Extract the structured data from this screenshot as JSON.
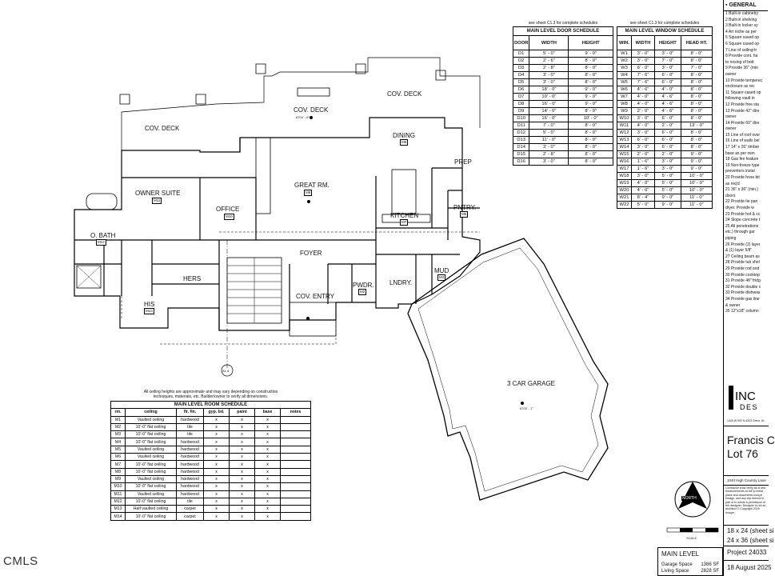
{
  "plan_labels": {
    "cov_deck_left": "COV. DECK",
    "cov_deck_center": "COV. DECK",
    "cov_deck_right": "COV. DECK",
    "dining": "DINING",
    "dining_tag": "M6",
    "owner_suite": "OWNER SUITE",
    "owner_suite_tag": "M11",
    "office": "OFFICE",
    "office_tag": "M10",
    "great_rm": "GREAT RM.",
    "great_rm_tag": "M8",
    "kitchen": "KITCHEN",
    "kitchen_tag": "M7",
    "prep": "PREP",
    "pntry": "PNTRY.",
    "pntry_tag": "M5",
    "o_bath": "O. BATH",
    "o_bath_tag": "M12",
    "foyer": "FOYER",
    "hers": "HERS",
    "his": "HIS",
    "his_tag": "M13",
    "cov_entry": "COV. ENTRY",
    "pwdr": "PWDR.",
    "pwdr_tag": "M2",
    "lndry": "LNDRY.",
    "mud": "MUD",
    "mud_tag": "M4",
    "garage": "3 CAR GARAGE",
    "north": "NORTH",
    "scale": "SCALE",
    "section_marker": "A1.5",
    "cov_deck_elev": "6704' - 6\"",
    "garage_elev": "6703' - 1\""
  },
  "door_note": "see sheet C1.3 for complete schedules",
  "window_note": "see sheet C1.3 for complete schedules",
  "door_schedule": {
    "title": "MAIN LEVEL DOOR SCHEDULE",
    "headers": [
      "DOOR",
      "WIDTH",
      "HEIGHT"
    ],
    "rows": [
      [
        "D1",
        "5' - 0\"",
        "9' - 0\""
      ],
      [
        "D2",
        "2' - 6\"",
        "8' - 0\""
      ],
      [
        "D3",
        "2' - 8\"",
        "8' - 0\""
      ],
      [
        "D4",
        "3' - 0\"",
        "8' - 0\""
      ],
      [
        "D5",
        "3' - 0\"",
        "8' - 0\""
      ],
      [
        "D6",
        "18' - 0\"",
        "9' - 0\""
      ],
      [
        "D7",
        "10' - 0\"",
        "9' - 0\""
      ],
      [
        "D8",
        "16' - 0\"",
        "9' - 0\""
      ],
      [
        "D9",
        "14' - 0\"",
        "8' - 0\""
      ],
      [
        "D10",
        "16' - 0\"",
        "10' - 0\""
      ],
      [
        "D11",
        "7' - 0\"",
        "8' - 0\""
      ],
      [
        "D12",
        "5' - 0\"",
        "8' - 0\""
      ],
      [
        "D13",
        "11' - 0\"",
        "8' - 0\""
      ],
      [
        "D14",
        "3' - 0\"",
        "8' - 0\""
      ],
      [
        "D15",
        "2' - 8\"",
        "8' - 0\""
      ],
      [
        "D16",
        "3' - 0\"",
        "8' - 0\""
      ]
    ]
  },
  "window_schedule": {
    "title": "MAIN LEVEL WINDOW SCHEDULE",
    "headers": [
      "WIN.",
      "WIDTH",
      "HEIGHT",
      "HEAD HT."
    ],
    "rows": [
      [
        "W1",
        "3' - 0\"",
        "3' - 0\"",
        "8' - 0\""
      ],
      [
        "W2",
        "3' - 0\"",
        "7' - 0\"",
        "8' - 0\""
      ],
      [
        "W3",
        "6' - 0\"",
        "3' - 0\"",
        "7' - 0\""
      ],
      [
        "W4",
        "7' - 6\"",
        "6' - 0\"",
        "8' - 0\""
      ],
      [
        "W5",
        "7' - 6\"",
        "6' - 0\"",
        "8' - 0\""
      ],
      [
        "W6",
        "4' - 6\"",
        "4' - 0\"",
        "8' - 0\""
      ],
      [
        "W7",
        "4' - 0\"",
        "4' - 6\"",
        "8' - 0\""
      ],
      [
        "W8",
        "4' - 0\"",
        "4' - 6\"",
        "8' - 0\""
      ],
      [
        "W9",
        "2' - 0\"",
        "4' - 6\"",
        "8' - 0\""
      ],
      [
        "W10",
        "3' - 0\"",
        "6' - 0\"",
        "8' - 0\""
      ],
      [
        "W11",
        "4' - 0\"",
        "2' - 0\"",
        "13' - 0\""
      ],
      [
        "W12",
        "3' - 0\"",
        "6' - 0\"",
        "8' - 0\""
      ],
      [
        "W13",
        "6' - 0\"",
        "6' - 0\"",
        "8' - 0\""
      ],
      [
        "W14",
        "3' - 0\"",
        "6' - 0\"",
        "8' - 0\""
      ],
      [
        "W15",
        "2' - 0\"",
        "2' - 0\"",
        "9' - 0\""
      ],
      [
        "W16",
        "1' - 6\"",
        "3' - 0\"",
        "9' - 0\""
      ],
      [
        "W17",
        "1' - 6\"",
        "3' - 0\"",
        "9' - 0\""
      ],
      [
        "W18",
        "3' - 0\"",
        "5' - 0\"",
        "10' - 0\""
      ],
      [
        "W19",
        "4' - 0\"",
        "5' - 0\"",
        "10' - 0\""
      ],
      [
        "W20",
        "4' - 0\"",
        "5' - 0\"",
        "10' - 0\""
      ],
      [
        "W21",
        "8' - 4\"",
        "9' - 0\"",
        "11' - 0\""
      ],
      [
        "W22",
        "5' - 0\"",
        "9' - 0\"",
        "11' - 0\""
      ]
    ]
  },
  "room_schedule": {
    "note_line1": "All ceiling heights are approximate and may vary depending on construction",
    "note_line2": "techniques, materials, etc. Builder/owner to verify all dimensions.",
    "title": "MAIN LEVEL ROOM SCHEDULE",
    "headers": [
      "rm.",
      "ceiling",
      "flr. fin.",
      "gyp. bd.",
      "paint",
      "base",
      "notes"
    ],
    "rows": [
      [
        "M1",
        "Vaulted ceiling",
        "hardwood",
        "x",
        "x",
        "x",
        ""
      ],
      [
        "M2",
        "10'-0\" flat ceiling",
        "tile",
        "x",
        "x",
        "x",
        ""
      ],
      [
        "M3",
        "10'-0\" flat ceiling",
        "tile",
        "x",
        "x",
        "x",
        ""
      ],
      [
        "M4",
        "10'-0\" flat ceiling",
        "hardwood",
        "x",
        "x",
        "x",
        ""
      ],
      [
        "M5",
        "Vaulted ceiling",
        "hardwood",
        "x",
        "x",
        "x",
        ""
      ],
      [
        "M6",
        "Vaulted ceiling",
        "hardwood",
        "x",
        "x",
        "x",
        ""
      ],
      [
        "M7",
        "10'-0\" flat ceiling",
        "hardwood",
        "x",
        "x",
        "x",
        ""
      ],
      [
        "M8",
        "10'-0\" flat ceiling",
        "hardwood",
        "x",
        "x",
        "x",
        ""
      ],
      [
        "M9",
        "Vaulted ceiling",
        "hardwood",
        "x",
        "x",
        "x",
        ""
      ],
      [
        "M10",
        "10'-0\" flat ceiling",
        "hardwood",
        "x",
        "x",
        "x",
        ""
      ],
      [
        "M11",
        "Vaulted ceiling",
        "hardwood",
        "x",
        "x",
        "x",
        ""
      ],
      [
        "M12",
        "10'-0\" flat ceiling",
        "tile",
        "x",
        "x",
        "x",
        ""
      ],
      [
        "M13",
        "Half vaulted ceiling",
        "carpet",
        "x",
        "x",
        "x",
        ""
      ],
      [
        "M14",
        "10'-0\" flat ceiling",
        "carpet",
        "x",
        "x",
        "x",
        ""
      ]
    ]
  },
  "general_notes": {
    "title": "GENERAL",
    "items": [
      "1   Built-in cabinetry",
      "2   Built-in shelving",
      "3   Built-in locker sy",
      "4   Art niche as per",
      "5   Square cased op",
      "6   Square cased op",
      "7   Line of ceiling tr",
      "8   Provide cont. ha",
      "     to nosing of bott",
      "9   Provide 36\" (min",
      "     owner",
      "10  Provide temperec",
      "     enclosure as rec",
      "11  Square cased op",
      "     following vault in",
      "12  Provide free sta",
      "13  Provide 42\" dire",
      "     owner",
      "14  Provide 60\" dire",
      "     owner",
      "15  Line of roof over",
      "16  Line of walls bel",
      "17  14\" x 26\" timber",
      "     base as per own",
      "18  Gas fire feature",
      "19  Non-freeze type",
      "     preventers instal",
      "20  Provide hose bit",
      "     as req'd",
      "21  36\" x 36\" (min.)",
      "     doors",
      "22  Provide tie pan",
      "     dryer. Provide w",
      "23  Provide hot & cc",
      "24  Slope concrete t",
      "25  All penetrations",
      "     etc.) through gar",
      "     piping",
      "26  Provide (2) layer",
      "     & (1) layer 5/8\"",
      "27  Ceiling beam as",
      "28  Provide tub shel",
      "29  Provide rod and",
      "30  Provide cooktop",
      "31  Provide 48\" fridg",
      "32  Provide double c",
      "33  Provide dishwas",
      "34  Provide gas line",
      "     & owner",
      "35  12\"x18\" column"
    ]
  },
  "title_block": {
    "logo_text": "INC",
    "logo_sub": "DES",
    "firm_address": "1440 W 900 N #203 Orem, Ut",
    "client_line1": "Francis C",
    "client_line2": "Lot 76",
    "address": "1040 High Country Lane",
    "disclaimer": "Contractor shall verify all di and measurements at the jo these plans and documents Inouye Design, and any rep thereof in part or in whole a permission of the designer. Designer is not an architect © Copyright 2025 Inouye",
    "sheet_size_1": "18 x 24 (sheet si",
    "sheet_size_2": "24 x 36 (sheet si",
    "project": "Project 24033",
    "date": "18 August 2025"
  },
  "level_box": {
    "title": "MAIN LEVEL",
    "garage_label": "Garage Space",
    "garage_value": "1386 SF",
    "living_label": "Living Space",
    "living_value": "2828 SF"
  },
  "watermark": "CMLS"
}
